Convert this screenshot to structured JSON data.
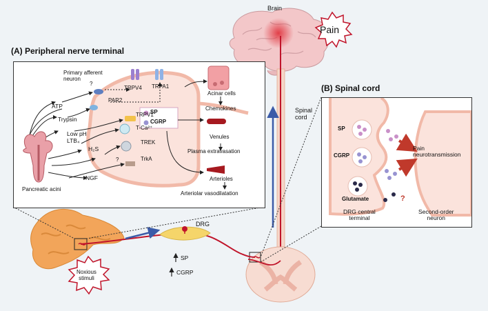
{
  "panel_a": {
    "title": "(A) Peripheral nerve terminal",
    "primary_afferent": "Primary afferent\nneuron",
    "stimuli": [
      "ATP",
      "Trypsin",
      "Low pH",
      "LTB₄",
      "H₂S",
      "NGF"
    ],
    "pancreatic_acini": "Pancreatic acini",
    "channels": [
      "TRPV4",
      "TRPA1",
      "PAR2",
      "TRPV1",
      "T-Ca²⁺",
      "TREK",
      "TrkA"
    ],
    "question_marks": [
      "?",
      "?"
    ],
    "legend": {
      "sp": "SP",
      "cgrp": "CGRP"
    },
    "targets": {
      "acinar": "Acinar cells",
      "chemokines": "Chemokines",
      "venules": "Venules",
      "plasma": "Plasma extravasation",
      "arterioles": "Arterioles",
      "vasodilatation": "Arteriolar vasodilatation"
    }
  },
  "panel_b": {
    "title": "(B) Spinal cord",
    "sp": "SP",
    "cgrp": "CGRP",
    "glutamate": "Glutamate",
    "pain_neuro": "Pain\nneurotransmission",
    "drg_terminal": "DRG central\nterminal",
    "second_order": "Second-order\nneuron",
    "question": "?"
  },
  "brain": "Brain",
  "pain": "Pain",
  "spinal_cord": "Spinal\ncord",
  "drg": "DRG",
  "sp_up": "SP",
  "cgrp_up": "CGRP",
  "noxious": "Noxious\nstimuli",
  "colors": {
    "nerve": "#c0142a",
    "vessel": "#b21f25",
    "arrow_blue": "#3b5ba8",
    "panel_bg": "#eff3f6",
    "membrane": "#f6c9bd"
  }
}
